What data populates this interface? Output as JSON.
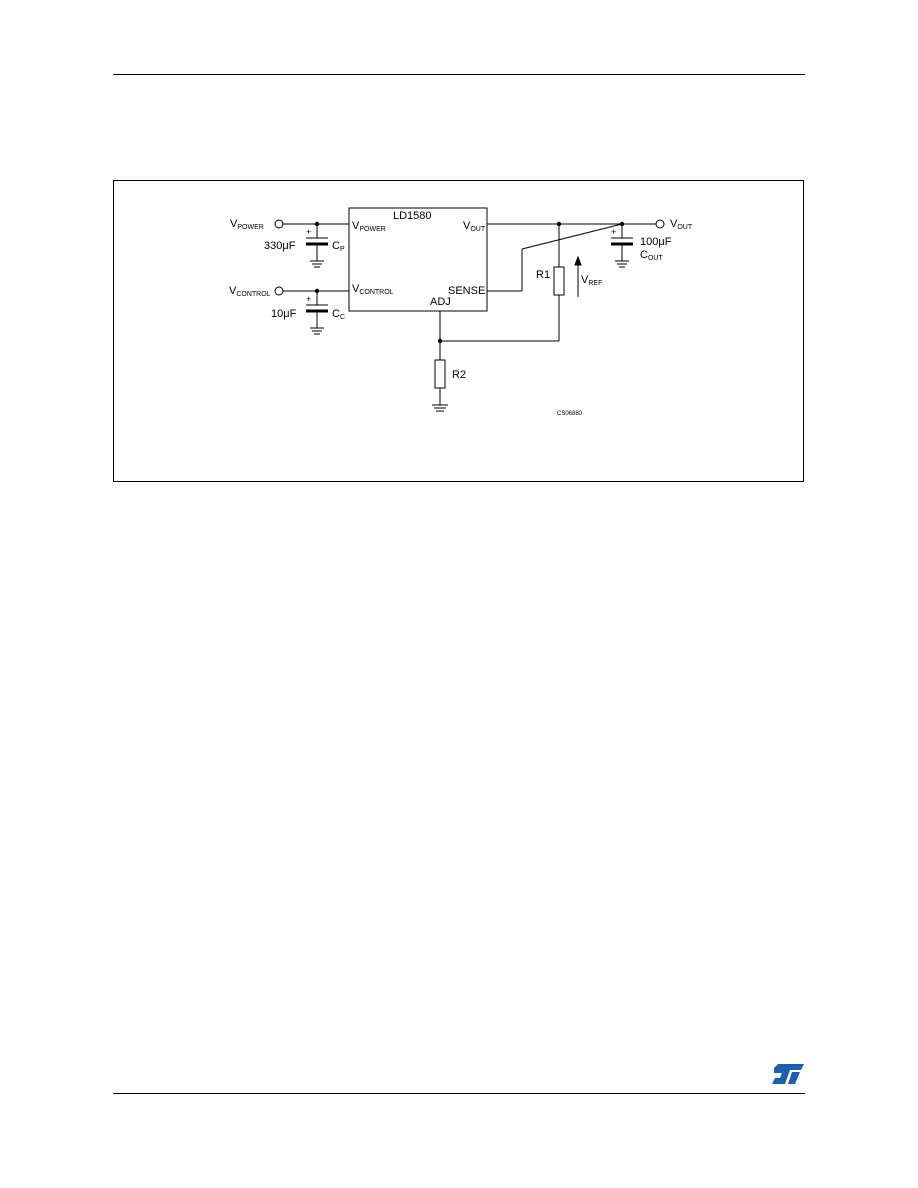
{
  "schematic": {
    "ic_name": "LD1580",
    "pins": {
      "vpower_main": "V",
      "vpower_sub": "POWER",
      "vcontrol_main": "V",
      "vcontrol_sub": "CONTROL",
      "vout_main": "V",
      "vout_sub": "OUT",
      "sense": "SENSE",
      "adj": "ADJ"
    },
    "terminals": {
      "vpower_main": "V",
      "vpower_sub": "POWER",
      "vcontrol_main": "V",
      "vcontrol_sub": "CONTROL",
      "vout_main": "V",
      "vout_sub": "OUT"
    },
    "components": {
      "cp_value": "330μF",
      "cp_main": "C",
      "cp_sub": "P",
      "cc_value": "10μF",
      "cc_main": "C",
      "cc_sub": "C",
      "cout_value": "100μF",
      "cout_main": "C",
      "cout_sub": "OUT",
      "r1": "R1",
      "r2": "R2",
      "plus": "+"
    },
    "vref_main": "V",
    "vref_sub": "REF",
    "figure_code": "CS06880"
  },
  "footer": {
    "logo_text": "ST",
    "brand_color": "#1a5fb4"
  }
}
